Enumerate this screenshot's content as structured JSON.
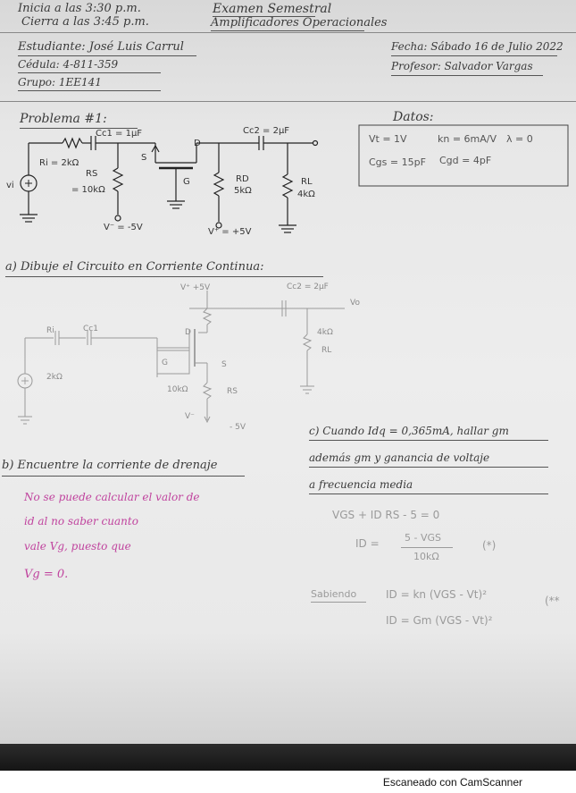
{
  "header": {
    "start": "Inicia a las 3:30 p.m.",
    "close": "Cierra a las 3:45 p.m.",
    "exam": "Examen Semestral",
    "subject": "Amplificadores Operacionales",
    "student": "Estudiante: José Luis Carrul",
    "cedula": "Cédula: 4-811-359",
    "grupo": "Grupo: 1EE141",
    "fecha": "Fecha: Sábado 16 de Julio 2022",
    "profesor": "Profesor: Salvador Vargas"
  },
  "problem": {
    "title": "Problema #1:"
  },
  "datos": {
    "title": "Datos:",
    "vt": "Vt = 1V",
    "kn": "kn = 6mA/V",
    "lambda": "λ = 0",
    "cgs": "Cgs = 15pF",
    "cgd": "Cgd = 4pF"
  },
  "circuit1": {
    "cc1": "Cc1 = 1μF",
    "cc2": "Cc2 = 2μF",
    "d": "D",
    "s": "S",
    "g": "G",
    "ri": "Ri = 2kΩ",
    "rs_name": "RS",
    "rs_val": "= 10kΩ",
    "rd_name": "RD",
    "rd_val": "5kΩ",
    "rl_name": "RL",
    "rl_val": "4kΩ",
    "vs": "vi",
    "vminus": "V⁻ = -5V",
    "vplus": "V⁺ = +5V"
  },
  "part_a": {
    "title": "a) Dibuje el Circuito en Corriente Continua:"
  },
  "circuit2": {
    "vplus": "V⁺ +5V",
    "cc2": "Cc2 = 2μF",
    "vo": "Vo",
    "ri": "Ri",
    "cc1": "Cc1",
    "d": "D",
    "rl_val": "4kΩ",
    "rl_name": "RL",
    "g": "G",
    "s": "S",
    "ri_val": "2kΩ",
    "rs_val": "10kΩ",
    "rs_name": "RS",
    "vminus": "V⁻",
    "minus5": "- 5V"
  },
  "part_b": {
    "title": "b) Encuentre la corriente de drenaje",
    "answer": [
      "No se puede calcular el valor de",
      "id al no saber cuanto",
      "vale Vg, puesto que",
      "Vg = 0."
    ]
  },
  "part_c": {
    "line1": "c) Cuando Idq = 0,365mA, hallar gm",
    "line2": "además gm y ganancia de voltaje",
    "line3": "a frecuencia media"
  },
  "equations": {
    "kvl": "VGS + ID RS - 5 = 0",
    "id_lhs": "ID =",
    "id_num": "5 - VGS",
    "id_den": "10kΩ",
    "mark1": "(*)",
    "sabiendo": "Sabiendo",
    "square1": "ID = kn (VGS - Vt)²",
    "mark2": "(**",
    "square2": "ID = Gm (VGS - Vt)²"
  },
  "footer": {
    "watermark": "Escaneado con CamScanner"
  }
}
